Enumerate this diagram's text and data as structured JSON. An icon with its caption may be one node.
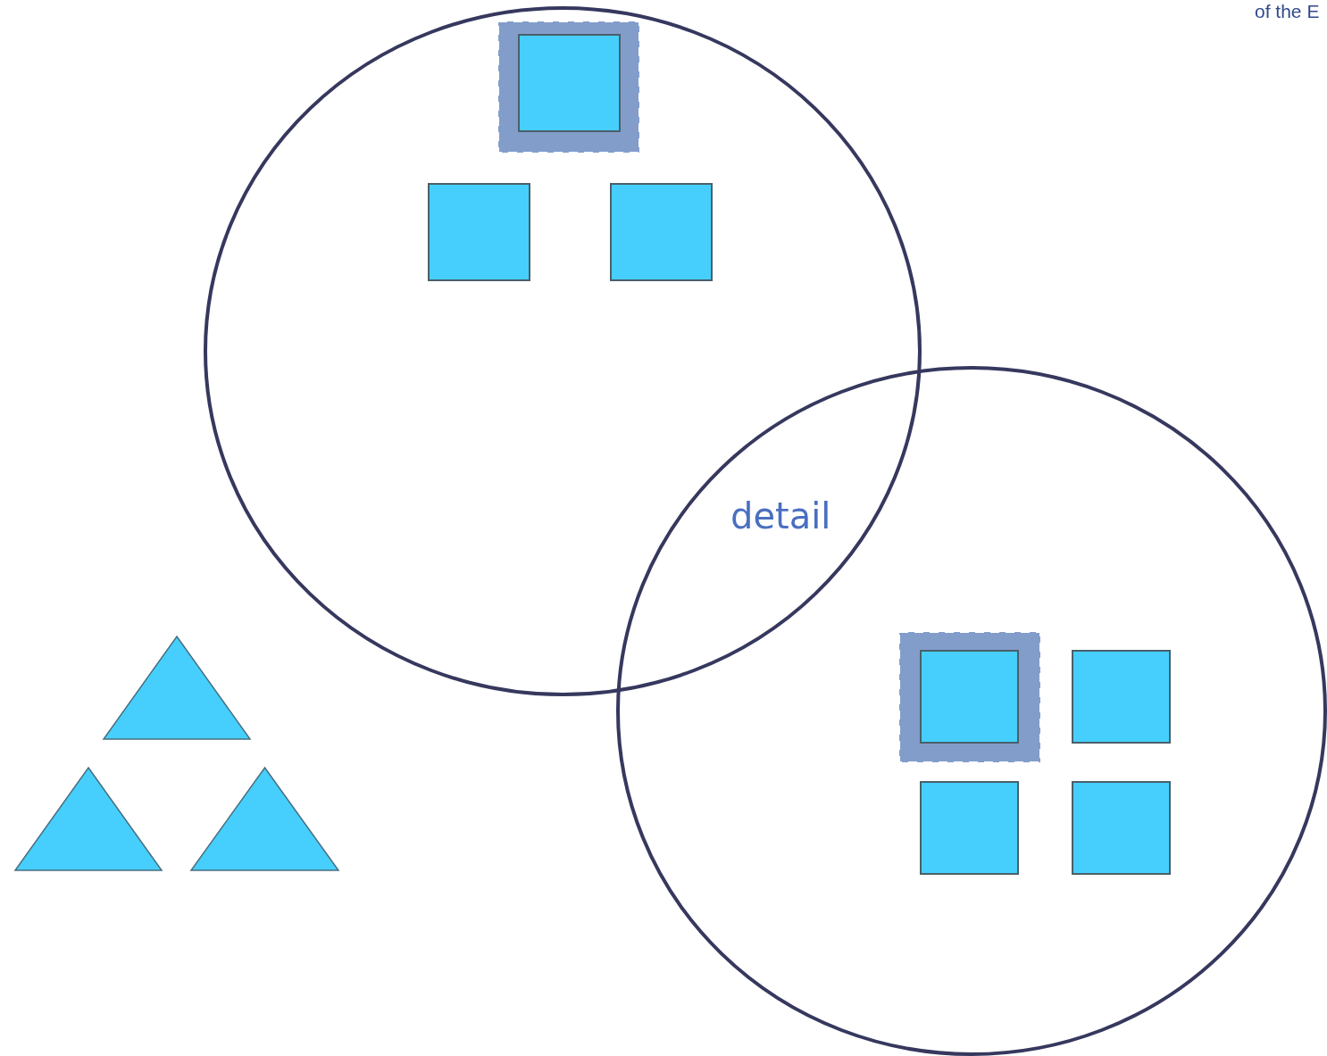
{
  "diagram": {
    "nodes": [
      {
        "text": [],
        "shape": "circle"
      },
      {
        "text": [],
        "shape": "box",
        "in": 0
      },
      {
        "text": [],
        "shape": "box",
        "in": 1
      },
      {
        "text": [],
        "shape": "box",
        "in": 0
      },
      {
        "text": [],
        "shape": "box",
        "in": 0
      },
      {
        "text": [],
        "shape": "circle"
      },
      {
        "text": [],
        "shape": "box",
        "in": 5
      },
      {
        "text": [],
        "shape": "box",
        "in": 6
      },
      {
        "text": [],
        "shape": "box",
        "in": 5
      },
      {
        "text": [],
        "shape": "box",
        "in": 5
      },
      {
        "text": [],
        "shape": "box",
        "in": 5
      },
      {
        "text": [],
        "shape": "triangle"
      },
      {
        "text": [],
        "shape": "triangle"
      },
      {
        "text": [],
        "shape": "triangle"
      }
    ],
    "labels": [
      "detail",
      "of the E"
    ]
  }
}
